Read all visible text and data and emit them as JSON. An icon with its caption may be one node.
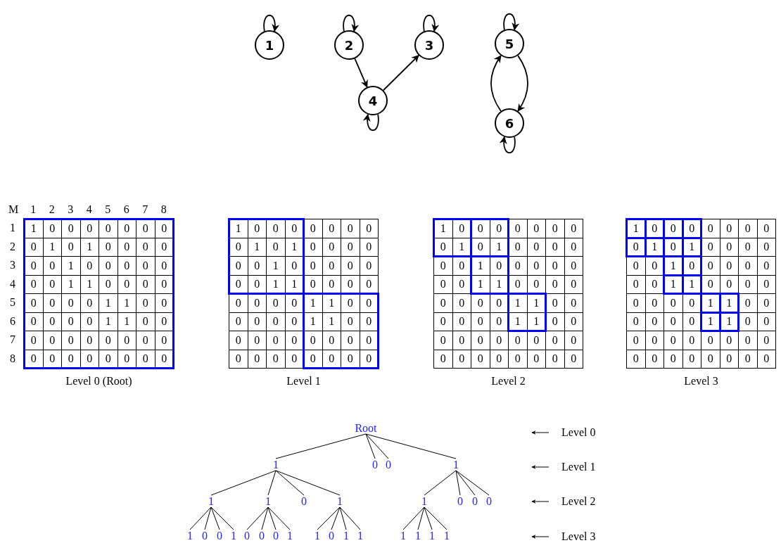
{
  "diagram": {
    "nodes": [
      {
        "text": [
          "1"
        ]
      },
      {
        "text": [
          "2"
        ]
      },
      {
        "text": [
          "3"
        ]
      },
      {
        "text": [
          "4"
        ]
      },
      {
        "text": [
          "5"
        ]
      },
      {
        "text": [
          "6"
        ]
      },
      {
        "text": [
          "Root"
        ]
      },
      {
        "text": [
          "1"
        ]
      },
      {
        "text": [
          "0"
        ]
      },
      {
        "text": [
          "0"
        ]
      },
      {
        "text": [
          "1"
        ]
      },
      {
        "text": [
          "1"
        ]
      },
      {
        "text": [
          "1"
        ]
      },
      {
        "text": [
          "0"
        ]
      },
      {
        "text": [
          "1"
        ]
      },
      {
        "text": [
          "1"
        ]
      },
      {
        "text": [
          "0"
        ]
      },
      {
        "text": [
          "0"
        ]
      },
      {
        "text": [
          "0"
        ]
      },
      {
        "text": [
          "1"
        ]
      },
      {
        "text": [
          "0"
        ]
      },
      {
        "text": [
          "0"
        ]
      },
      {
        "text": [
          "1"
        ]
      },
      {
        "text": [
          "0"
        ]
      },
      {
        "text": [
          "0"
        ]
      },
      {
        "text": [
          "0"
        ]
      },
      {
        "text": [
          "1"
        ]
      },
      {
        "text": [
          "1"
        ]
      },
      {
        "text": [
          "0"
        ]
      },
      {
        "text": [
          "1"
        ]
      },
      {
        "text": [
          "1"
        ]
      },
      {
        "text": [
          "1"
        ]
      },
      {
        "text": [
          "1"
        ]
      },
      {
        "text": [
          "1"
        ]
      },
      {
        "text": [
          "1"
        ]
      }
    ],
    "edges": [
      {
        "from": 0,
        "to": 0,
        "arrow": "to"
      },
      {
        "from": 1,
        "to": 1,
        "arrow": "to"
      },
      {
        "from": 2,
        "to": 2,
        "arrow": "to"
      },
      {
        "from": 1,
        "to": 3,
        "arrow": "to"
      },
      {
        "from": 3,
        "to": 2,
        "arrow": "to"
      },
      {
        "from": 3,
        "to": 3,
        "arrow": "to"
      },
      {
        "from": 4,
        "to": 4,
        "arrow": "to"
      },
      {
        "from": 4,
        "to": 5,
        "arrow": "to"
      },
      {
        "from": 5,
        "to": 4,
        "arrow": "to"
      },
      {
        "from": 5,
        "to": 5,
        "arrow": "to"
      },
      {
        "from": 6,
        "to": 7,
        "arrow": "none"
      },
      {
        "from": 6,
        "to": 8,
        "arrow": "none"
      },
      {
        "from": 6,
        "to": 9,
        "arrow": "none"
      },
      {
        "from": 6,
        "to": 10,
        "arrow": "none"
      },
      {
        "from": 7,
        "to": 11,
        "arrow": "none"
      },
      {
        "from": 7,
        "to": 12,
        "arrow": "none"
      },
      {
        "from": 7,
        "to": 13,
        "arrow": "none"
      },
      {
        "from": 7,
        "to": 14,
        "arrow": "none"
      },
      {
        "from": 10,
        "to": 15,
        "arrow": "none"
      },
      {
        "from": 10,
        "to": 16,
        "arrow": "none"
      },
      {
        "from": 10,
        "to": 17,
        "arrow": "none"
      },
      {
        "from": 10,
        "to": 18,
        "arrow": "none"
      },
      {
        "from": 11,
        "to": 19,
        "arrow": "none"
      },
      {
        "from": 11,
        "to": 20,
        "arrow": "none"
      },
      {
        "from": 11,
        "to": 21,
        "arrow": "none"
      },
      {
        "from": 11,
        "to": 22,
        "arrow": "none"
      },
      {
        "from": 12,
        "to": 23,
        "arrow": "none"
      },
      {
        "from": 12,
        "to": 24,
        "arrow": "none"
      },
      {
        "from": 12,
        "to": 25,
        "arrow": "none"
      },
      {
        "from": 12,
        "to": 26,
        "arrow": "none"
      },
      {
        "from": 14,
        "to": 27,
        "arrow": "none"
      },
      {
        "from": 14,
        "to": 28,
        "arrow": "none"
      },
      {
        "from": 14,
        "to": 29,
        "arrow": "none"
      },
      {
        "from": 14,
        "to": 30,
        "arrow": "none"
      },
      {
        "from": 15,
        "to": 31,
        "arrow": "none"
      },
      {
        "from": 15,
        "to": 32,
        "arrow": "none"
      },
      {
        "from": 15,
        "to": 33,
        "arrow": "none"
      },
      {
        "from": 15,
        "to": 34,
        "arrow": "none"
      }
    ],
    "labels": [
      "M",
      "1",
      "2",
      "3",
      "4",
      "5",
      "6",
      "7",
      "8",
      "1",
      "1",
      "0",
      "0",
      "0",
      "0",
      "0",
      "0",
      "0",
      "2",
      "0",
      "1",
      "0",
      "1",
      "0",
      "0",
      "0",
      "0",
      "3",
      "0",
      "0",
      "1",
      "0",
      "0",
      "0",
      "0",
      "0",
      "4",
      "0",
      "0",
      "1",
      "1",
      "0",
      "0",
      "0",
      "0",
      "5",
      "0",
      "0",
      "0",
      "0",
      "1",
      "1",
      "0",
      "0",
      "6",
      "0",
      "0",
      "0",
      "0",
      "1",
      "1",
      "0",
      "0",
      "7",
      "0",
      "0",
      "0",
      "0",
      "0",
      "0",
      "0",
      "0",
      "8",
      "0",
      "0",
      "0",
      "0",
      "0",
      "0",
      "0",
      "0",
      "Level 0 (Root)",
      "1",
      "0",
      "0",
      "0",
      "0",
      "0",
      "0",
      "0",
      "0",
      "1",
      "0",
      "1",
      "0",
      "0",
      "0",
      "0",
      "0",
      "0",
      "1",
      "0",
      "0",
      "0",
      "0",
      "0",
      "0",
      "0",
      "1",
      "1",
      "0",
      "0",
      "0",
      "0",
      "0",
      "0",
      "0",
      "0",
      "1",
      "1",
      "0",
      "0",
      "0",
      "0",
      "0",
      "0",
      "1",
      "1",
      "0",
      "0",
      "0",
      "0",
      "0",
      "0",
      "0",
      "0",
      "0",
      "0",
      "0",
      "0",
      "0",
      "0",
      "0",
      "0",
      "0",
      "0",
      "Level 1",
      "1",
      "0",
      "0",
      "0",
      "0",
      "0",
      "0",
      "0",
      "0",
      "1",
      "0",
      "1",
      "0",
      "0",
      "0",
      "0",
      "0",
      "0",
      "1",
      "0",
      "0",
      "0",
      "0",
      "0",
      "0",
      "0",
      "1",
      "1",
      "0",
      "0",
      "0",
      "0",
      "0",
      "0",
      "0",
      "0",
      "1",
      "1",
      "0",
      "0",
      "0",
      "0",
      "0",
      "0",
      "1",
      "1",
      "0",
      "0",
      "0",
      "0",
      "0",
      "0",
      "0",
      "0",
      "0",
      "0",
      "0",
      "0",
      "0",
      "0",
      "0",
      "0",
      "0",
      "0",
      "Level 2",
      "1",
      "0",
      "0",
      "0",
      "0",
      "0",
      "0",
      "0",
      "0",
      "1",
      "0",
      "1",
      "0",
      "0",
      "0",
      "0",
      "0",
      "0",
      "1",
      "0",
      "0",
      "0",
      "0",
      "0",
      "0",
      "0",
      "1",
      "1",
      "0",
      "0",
      "0",
      "0",
      "0",
      "0",
      "0",
      "0",
      "1",
      "1",
      "0",
      "0",
      "0",
      "0",
      "0",
      "0",
      "1",
      "1",
      "0",
      "0",
      "0",
      "0",
      "0",
      "0",
      "0",
      "0",
      "0",
      "0",
      "0",
      "0",
      "0",
      "0",
      "0",
      "0",
      "0",
      "0",
      "Level 3",
      "Level 0",
      "Level 1",
      "Level 2",
      "Level 3"
    ]
  }
}
